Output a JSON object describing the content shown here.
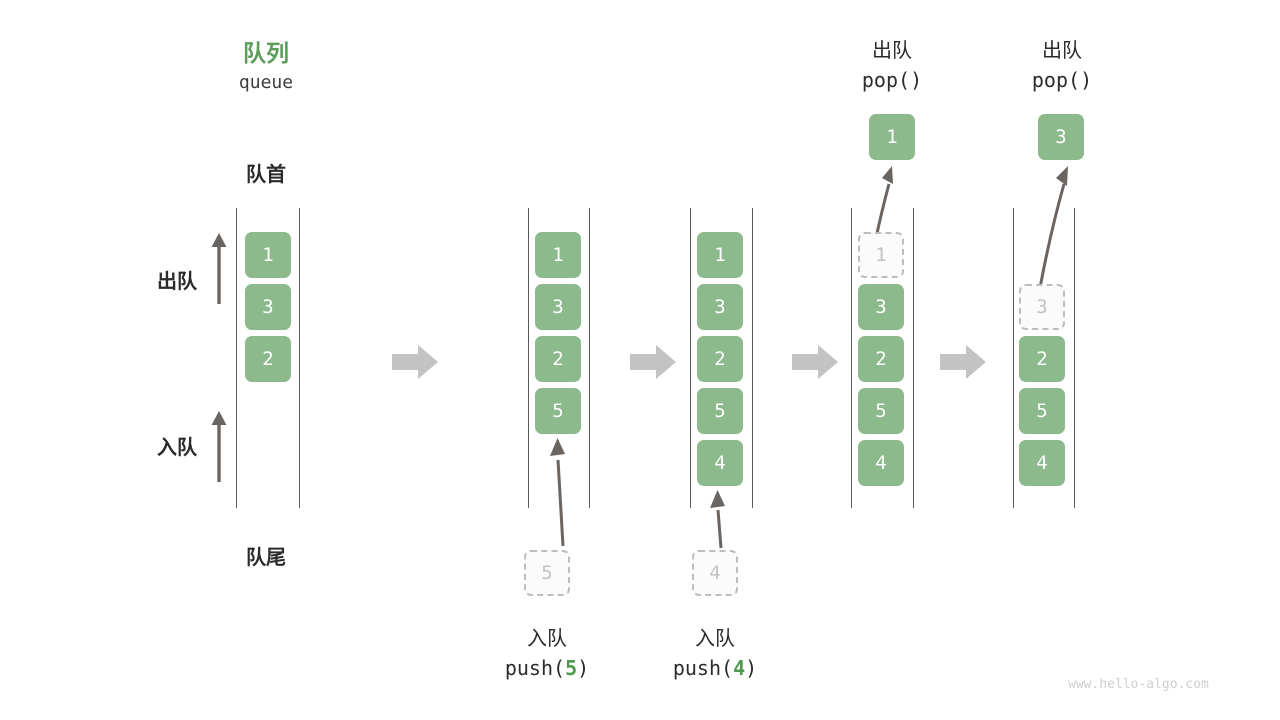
{
  "figure": {
    "title_cn": "队列",
    "title_en": "queue",
    "front_label": "队首",
    "rear_label": "队尾",
    "dequeue_axis_label": "出队",
    "enqueue_axis_label": "入队",
    "watermark": "www.hello-algo.com",
    "accent_green": "#5a9e5a",
    "cell_green": "#8cba8c",
    "ghost_gray": "#c2c2c2",
    "rail_gray": "#5a5a5a",
    "step_arrow_gray": "#c3c3c3"
  },
  "columns": [
    {
      "id": "initial",
      "cells": [
        {
          "value": "1",
          "state": "solid"
        },
        {
          "value": "3",
          "state": "solid"
        },
        {
          "value": "2",
          "state": "solid"
        }
      ]
    },
    {
      "id": "after-push-5",
      "cells": [
        {
          "value": "1",
          "state": "solid"
        },
        {
          "value": "3",
          "state": "solid"
        },
        {
          "value": "2",
          "state": "solid"
        },
        {
          "value": "5",
          "state": "solid"
        }
      ],
      "incoming": {
        "value": "5",
        "state": "ghost"
      },
      "op_cn": "入队",
      "op_code_prefix": "push(",
      "op_code_num": "5",
      "op_code_suffix": ")"
    },
    {
      "id": "after-push-4",
      "cells": [
        {
          "value": "1",
          "state": "solid"
        },
        {
          "value": "3",
          "state": "solid"
        },
        {
          "value": "2",
          "state": "solid"
        },
        {
          "value": "5",
          "state": "solid"
        },
        {
          "value": "4",
          "state": "solid"
        }
      ],
      "incoming": {
        "value": "4",
        "state": "ghost"
      },
      "op_cn": "入队",
      "op_code_prefix": "push(",
      "op_code_num": "4",
      "op_code_suffix": ")"
    },
    {
      "id": "after-pop-1",
      "cells": [
        {
          "value": "1",
          "state": "ghost"
        },
        {
          "value": "3",
          "state": "solid"
        },
        {
          "value": "2",
          "state": "solid"
        },
        {
          "value": "5",
          "state": "solid"
        },
        {
          "value": "4",
          "state": "solid"
        }
      ],
      "popped": {
        "value": "1",
        "state": "solid"
      },
      "op_cn": "出队",
      "op_code_prefix": "pop(",
      "op_code_num": "",
      "op_code_suffix": ")"
    },
    {
      "id": "after-pop-3",
      "cells": [
        {
          "value": "",
          "state": "empty"
        },
        {
          "value": "3",
          "state": "ghost"
        },
        {
          "value": "2",
          "state": "solid"
        },
        {
          "value": "5",
          "state": "solid"
        },
        {
          "value": "4",
          "state": "solid"
        }
      ],
      "popped": {
        "value": "3",
        "state": "solid"
      },
      "op_cn": "出队",
      "op_code_prefix": "pop(",
      "op_code_num": "",
      "op_code_suffix": ")"
    }
  ]
}
